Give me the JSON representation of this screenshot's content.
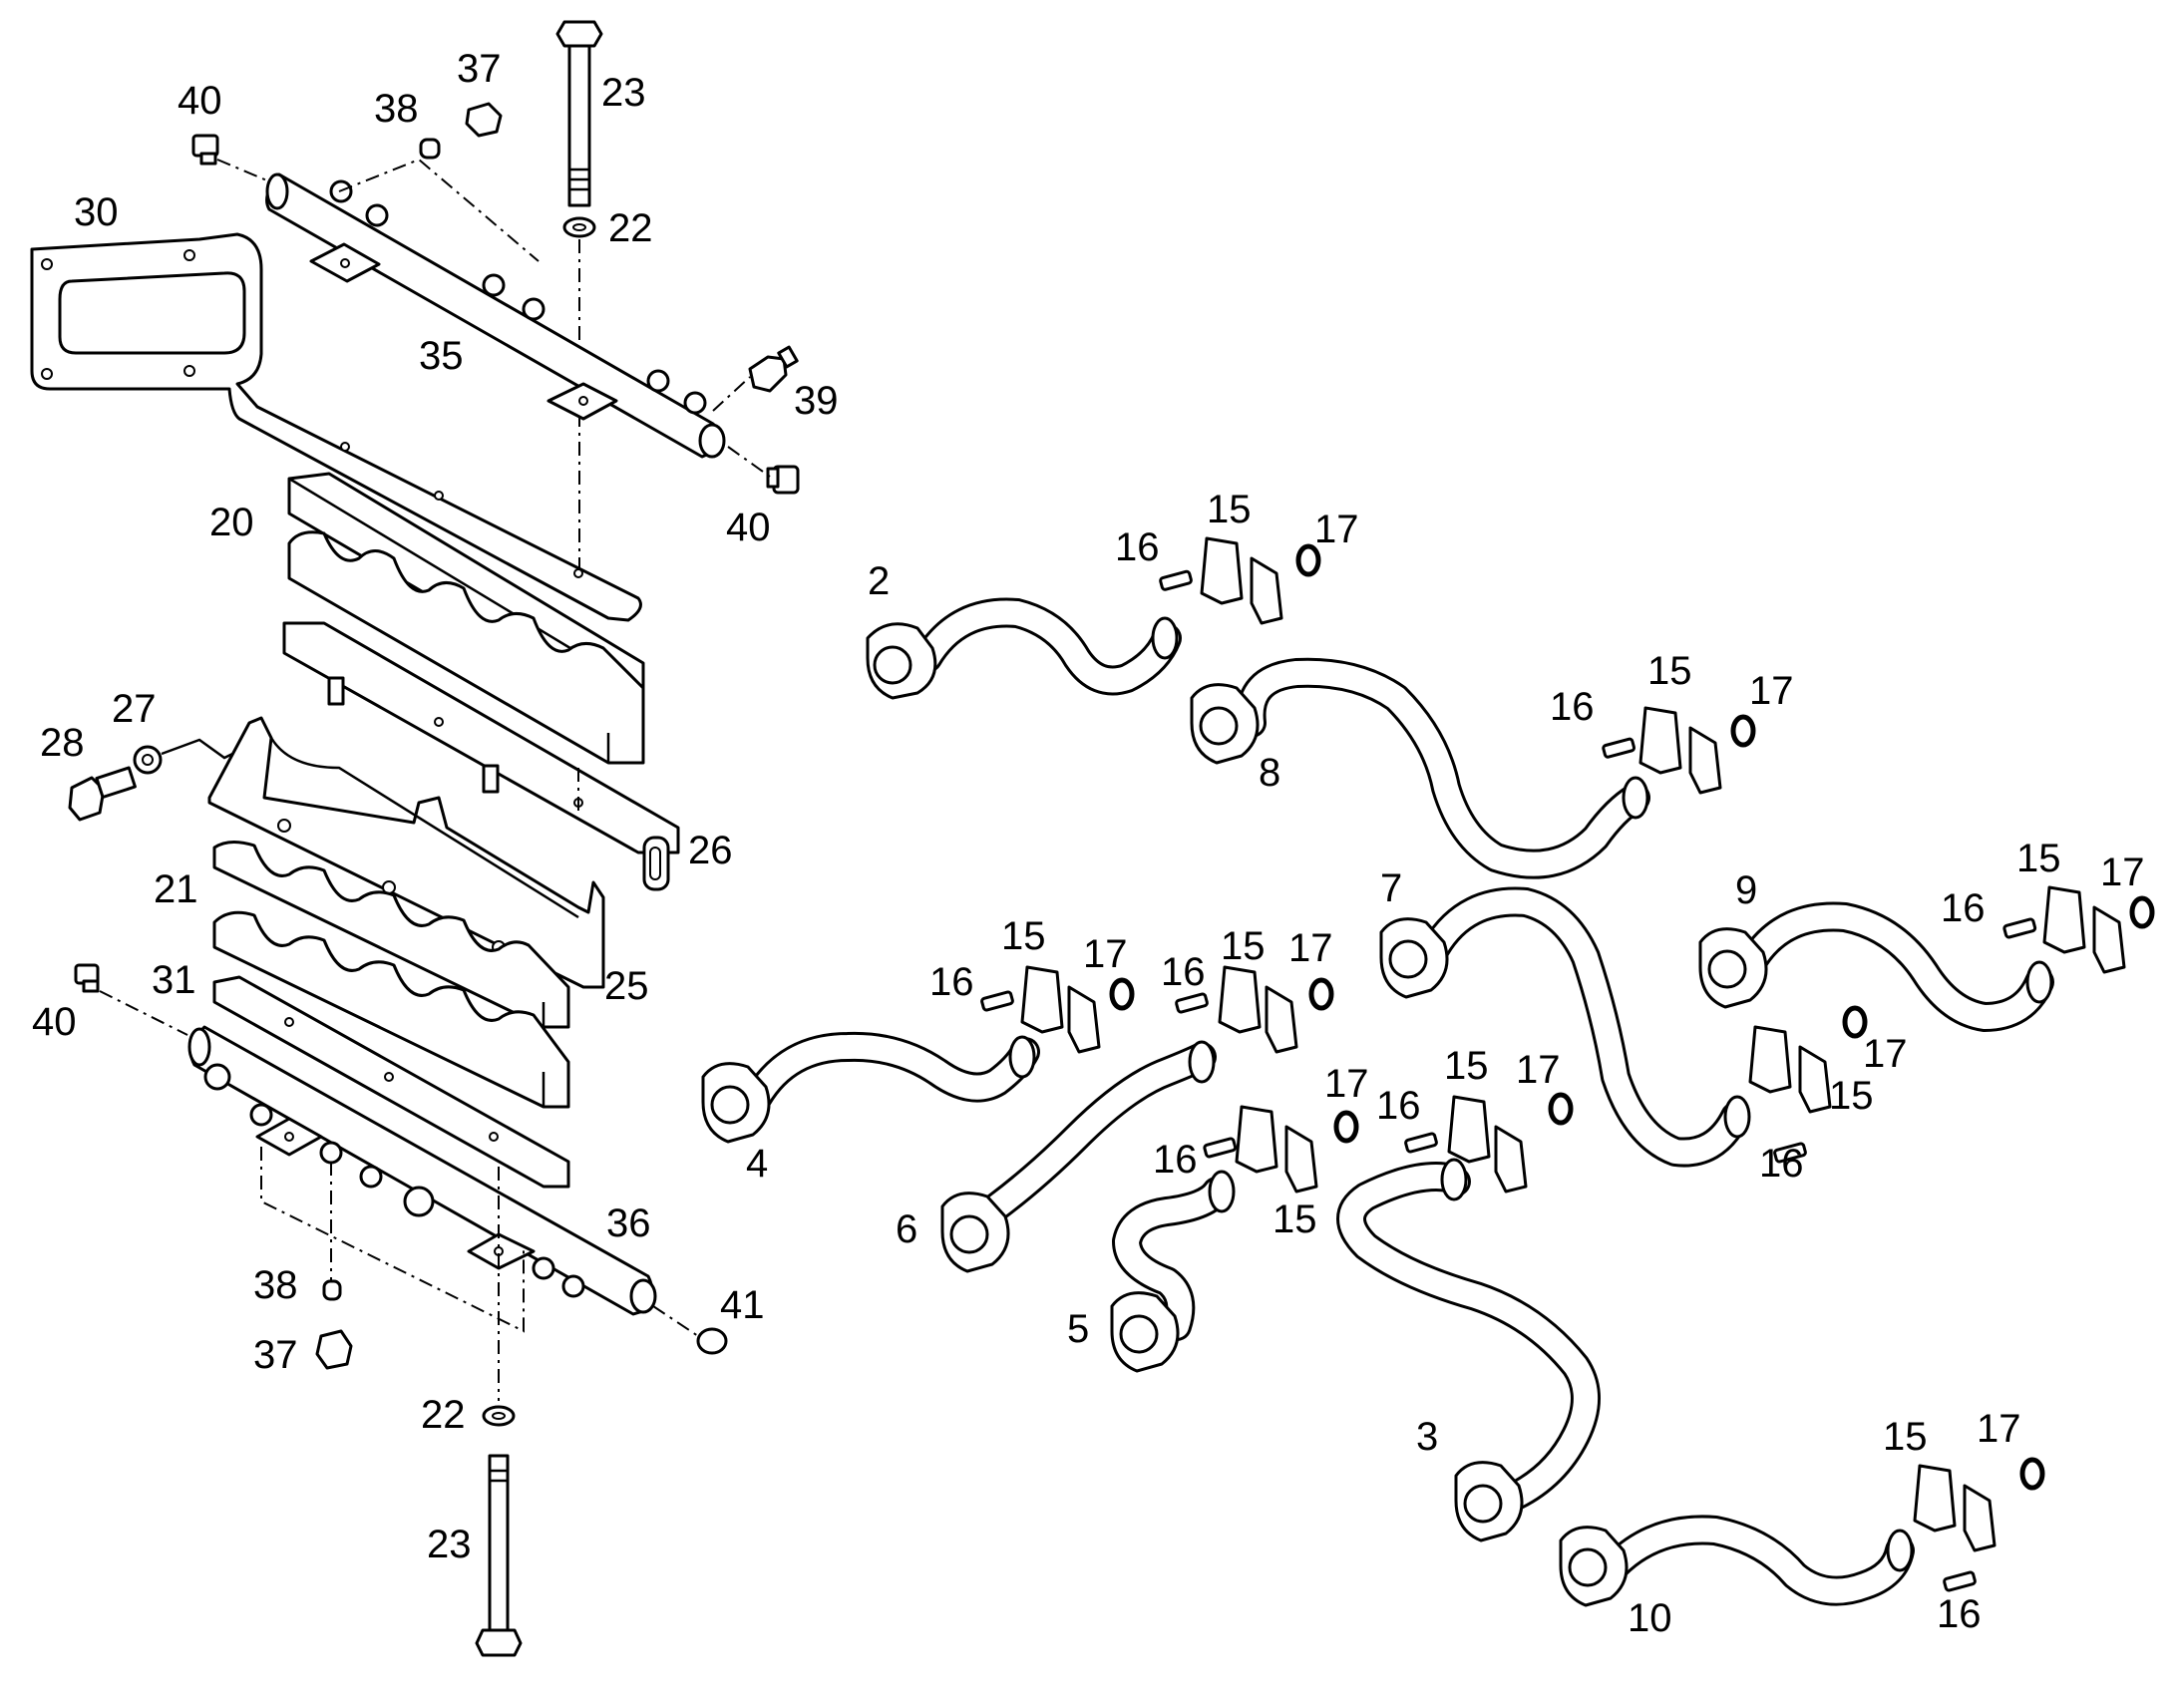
{
  "callouts": {
    "c40a": "40",
    "c38a": "38",
    "c37a": "37",
    "c23a": "23",
    "c22a": "22",
    "c30": "30",
    "c35": "35",
    "c39": "39",
    "c40b": "40",
    "c20": "20",
    "c27": "27",
    "c28": "28",
    "c26": "26",
    "c21": "21",
    "c25": "25",
    "c31": "31",
    "c40c": "40",
    "c36": "36",
    "c41": "41",
    "c38b": "38",
    "c37b": "37",
    "c22b": "22",
    "c23b": "23",
    "p2": "2",
    "p2_16": "16",
    "p2_15": "15",
    "p2_17": "17",
    "p8": "8",
    "p8_16": "16",
    "p8_15": "15",
    "p8_17": "17",
    "p7": "7",
    "p9": "9",
    "p9_16": "16",
    "p9_15": "15",
    "p9_17": "17",
    "p7_17": "17",
    "p7_15": "15",
    "p7_16": "16",
    "p4": "4",
    "p4_16": "16",
    "p4_15": "15",
    "p4_17": "17",
    "p6": "6",
    "p6_16": "16",
    "p6_15": "15",
    "p6_17": "17",
    "p5": "5",
    "p5_16": "16",
    "p5_15": "15",
    "p5_17": "17",
    "p3_16": "16",
    "p3_15": "15",
    "p3_17": "17",
    "p3": "3",
    "p10": "10",
    "p10_15": "15",
    "p10_17": "17",
    "p10_16": "16"
  }
}
